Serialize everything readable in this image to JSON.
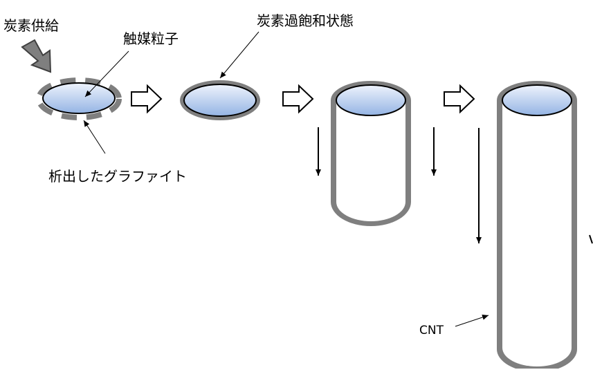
{
  "labels": {
    "carbon_supply": "炭素供給",
    "catalyst_particle": "触媒粒子",
    "carbon_supersaturated": "炭素過飽和状態",
    "precipitated_graphite": "析出したグラファイト",
    "cnt": "CNT"
  },
  "colors": {
    "graphite": "#7f7f7f",
    "particle_top": "#eef3fc",
    "particle_bottom": "#94b4e4",
    "outline": "#000000",
    "arrow_fill": "#ffffff"
  }
}
